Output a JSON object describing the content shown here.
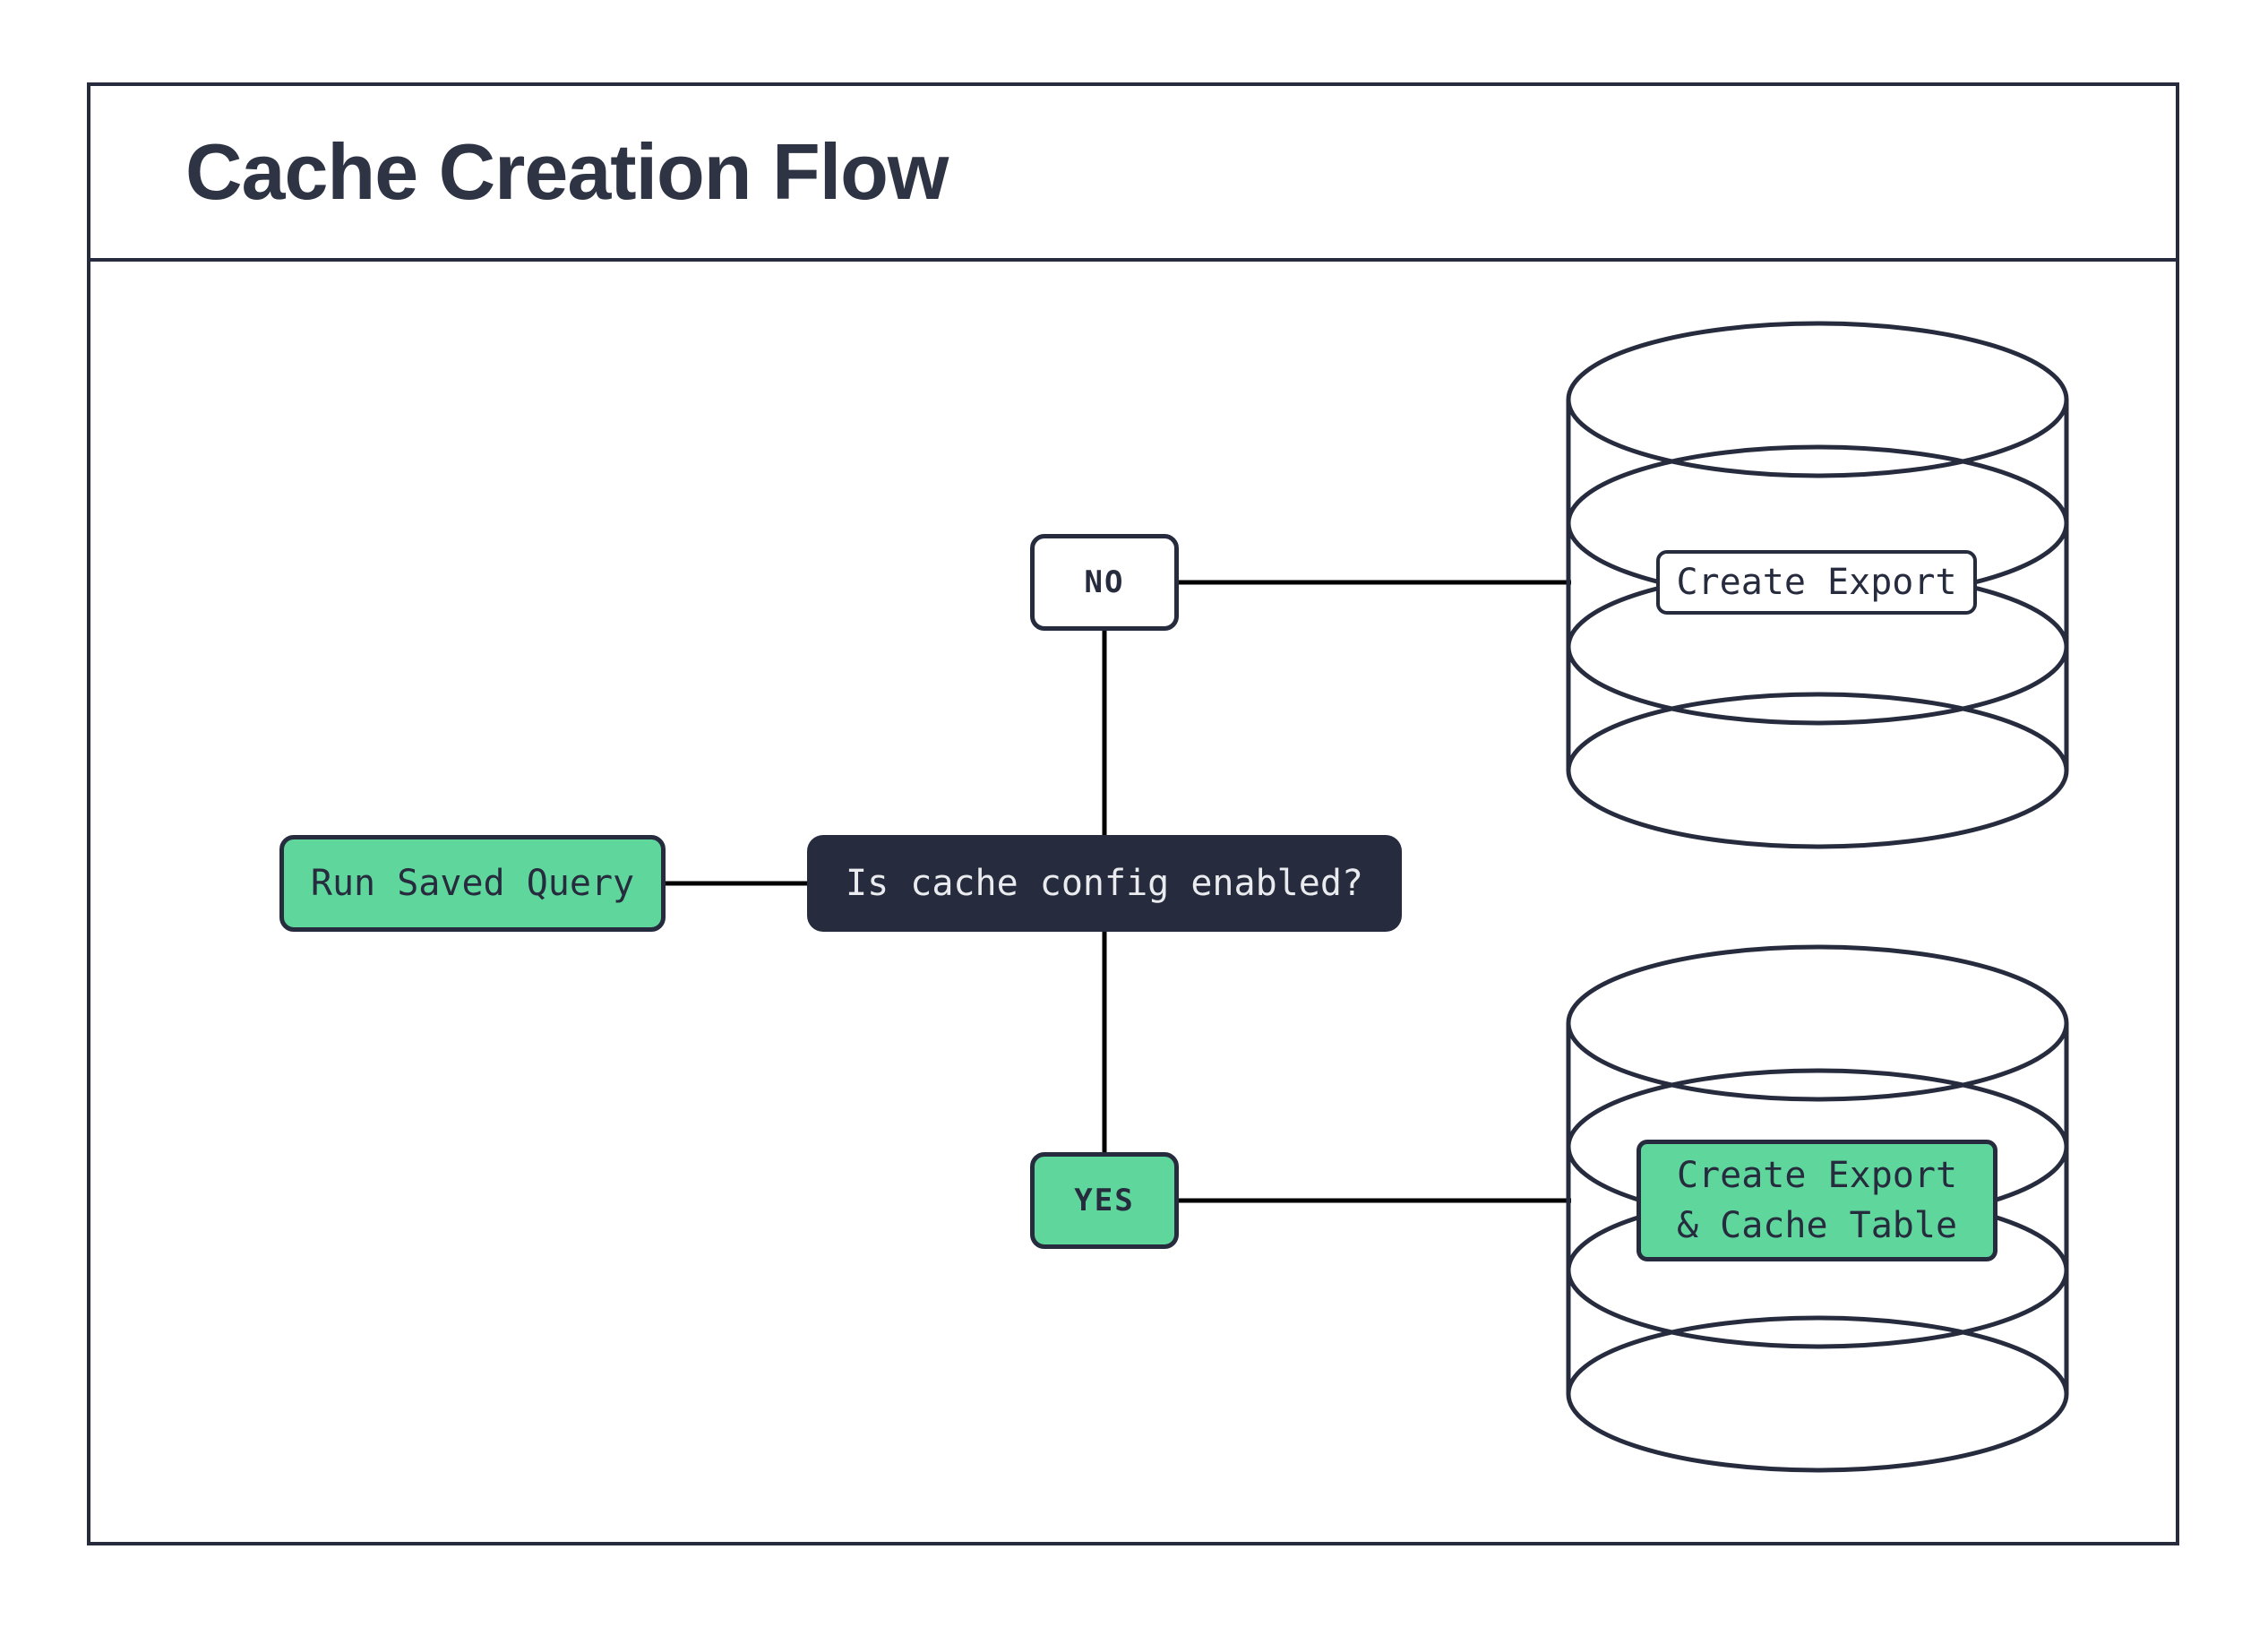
{
  "title": "Cache Creation Flow",
  "colors": {
    "accent_green": "#5fd69c",
    "navy": "#262b3d",
    "connector_line": "#000000",
    "light_text": "#e9ebee",
    "background": "#ffffff"
  },
  "nodes": {
    "run_saved_query": {
      "label": "Run Saved Query"
    },
    "decision": {
      "label": "Is cache config enabled?"
    },
    "no_branch": {
      "label": "NO"
    },
    "yes_branch": {
      "label": "YES"
    },
    "create_export": {
      "label": "Create Export"
    },
    "create_export_cache": {
      "label_line1": "Create Export",
      "label_line2": "& Cache Table"
    }
  },
  "edges": [
    {
      "from": "run_saved_query",
      "to": "decision"
    },
    {
      "from": "decision",
      "to": "no_branch"
    },
    {
      "from": "decision",
      "to": "yes_branch"
    },
    {
      "from": "no_branch",
      "to": "create_export"
    },
    {
      "from": "yes_branch",
      "to": "create_export_cache"
    }
  ]
}
